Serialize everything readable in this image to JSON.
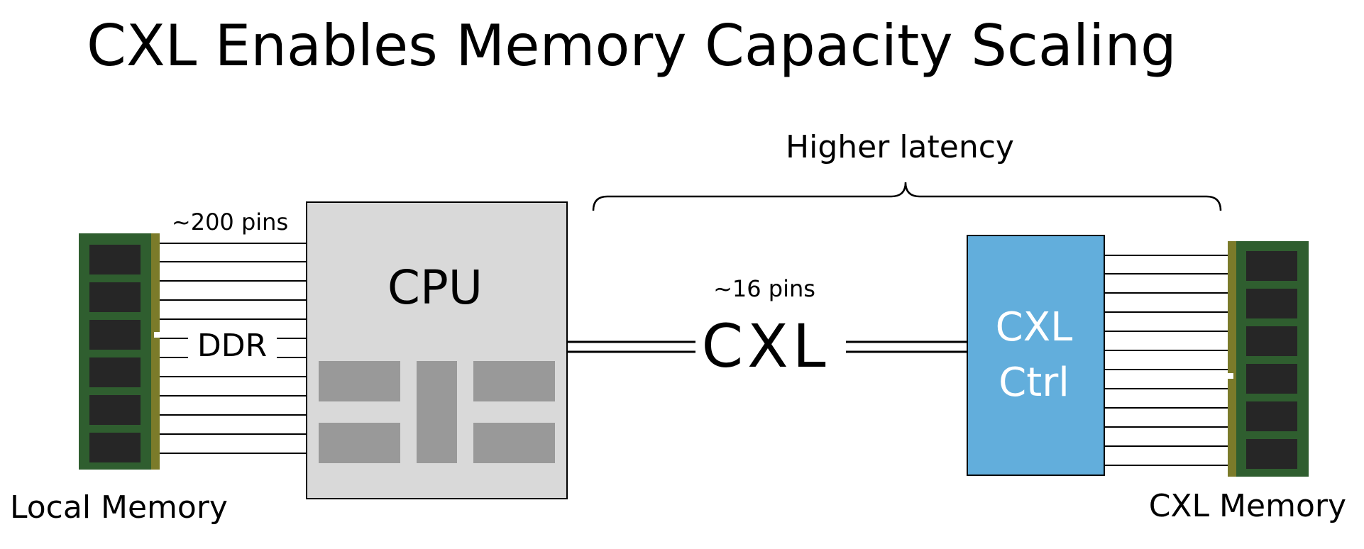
{
  "title": "CXL Enables Memory Capacity Scaling",
  "labels": {
    "higher_latency": "Higher latency",
    "ddr_pins": "~200 pins",
    "ddr": "DDR",
    "cpu": "CPU",
    "cxl_pins": "~16 pins",
    "cxl": "CXL",
    "ctrl_line1": "CXL",
    "ctrl_line2": "Ctrl",
    "local_memory": "Local Memory",
    "cxl_memory": "CXL Memory"
  },
  "colors": {
    "dimm_board": "#2f5e2f",
    "dimm_chip": "#262626",
    "dimm_contact": "#7b7b2a",
    "cpu_fill": "#d9d9d9",
    "cpu_block": "#999999",
    "ctrl_fill": "#62aedc",
    "ctrl_text": "#ffffff"
  }
}
